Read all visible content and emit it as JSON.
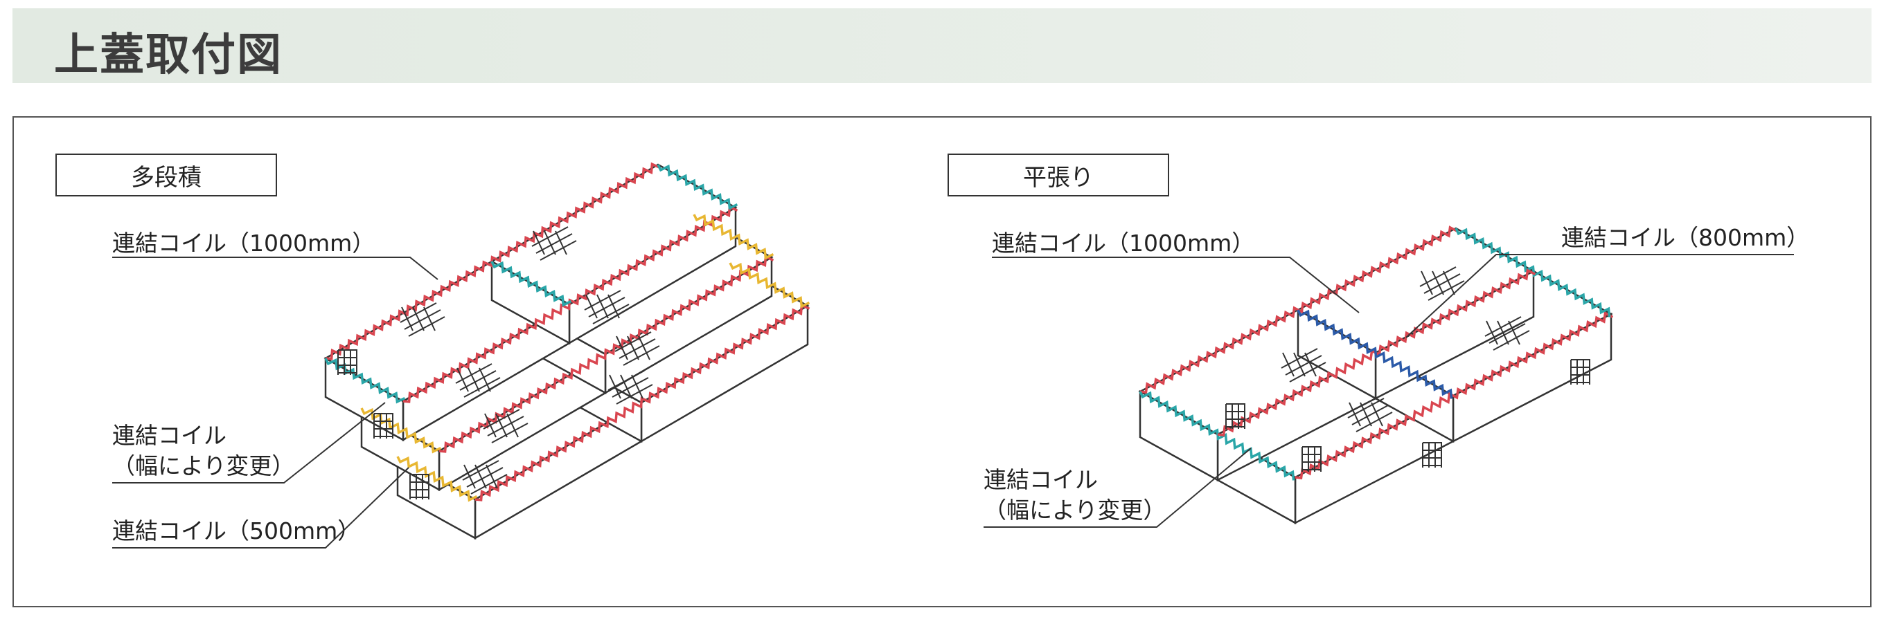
{
  "page_title": "上蓋取付図",
  "colors": {
    "red_coil": "#d9454f",
    "teal_coil": "#2aa6a8",
    "yellow_coil": "#e8b732",
    "blue_coil": "#2b5aa8",
    "line": "#333333"
  },
  "left_panel": {
    "label": "多段積",
    "callout_1000": "連結コイル（1000mm）",
    "callout_width_line1": "連結コイル",
    "callout_width_line2": "（幅により変更）",
    "callout_500": "連結コイル（500mm）"
  },
  "right_panel": {
    "label": "平張り",
    "callout_1000": "連結コイル（1000mm）",
    "callout_800": "連結コイル（800mm）",
    "callout_width_line1": "連結コイル",
    "callout_width_line2": "（幅により変更）"
  }
}
